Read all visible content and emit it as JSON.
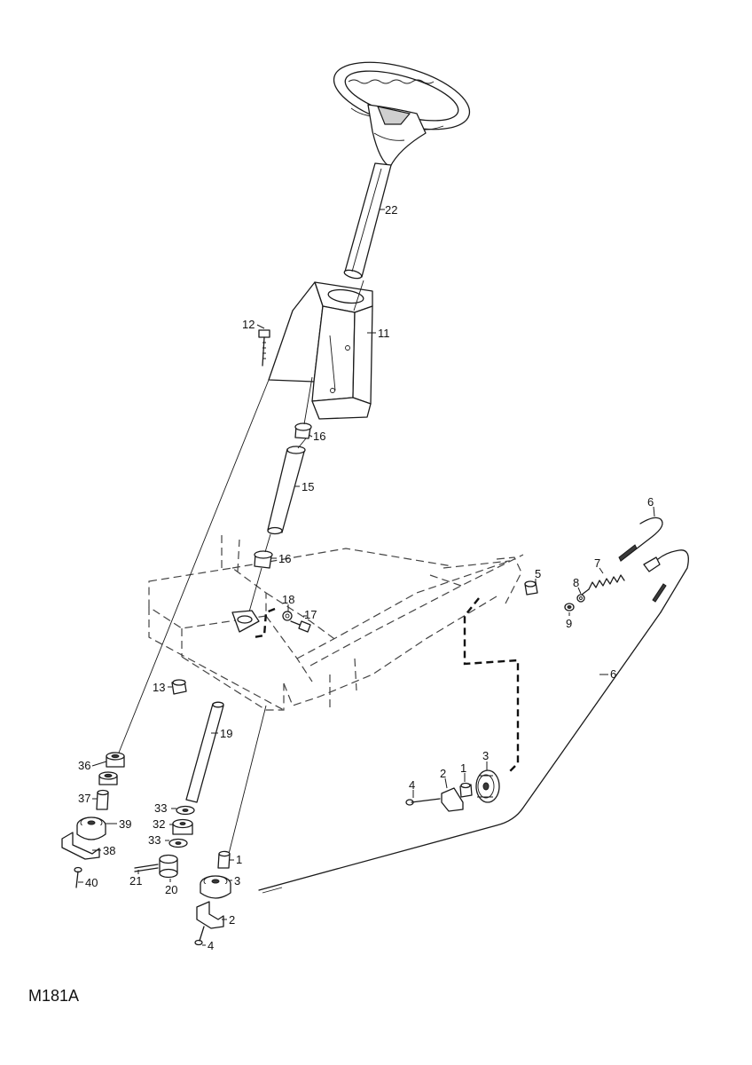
{
  "figure_code": "M181A",
  "callouts": {
    "c22": "22",
    "c12": "12",
    "c11": "11",
    "c16a": "16",
    "c15": "15",
    "c16b": "16",
    "c18": "18",
    "c17": "17",
    "c13": "13",
    "c19": "19",
    "c36": "36",
    "c37": "37",
    "c39": "39",
    "c38": "38",
    "c40": "40",
    "c33a": "33",
    "c32": "32",
    "c33b": "33",
    "c21": "21",
    "c20": "20",
    "c1a": "1",
    "c3a": "3",
    "c2a": "2",
    "c4a": "4",
    "c6a": "6",
    "c7": "7",
    "c8": "8",
    "c9": "9",
    "c5": "5",
    "c6b": "6",
    "c4b": "4",
    "c2b": "2",
    "c1b": "1",
    "c3b": "3"
  }
}
